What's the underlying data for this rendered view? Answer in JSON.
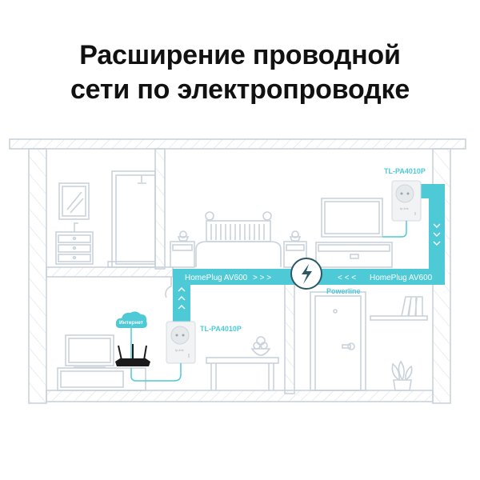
{
  "title": {
    "line1": "Расширение проводной",
    "line2": "сети по электропроводке"
  },
  "devices": {
    "upper_adapter": {
      "model": "TL-PA4010P"
    },
    "lower_adapter": {
      "model": "TL-PA4010P"
    }
  },
  "cloud": {
    "label": "Интернет"
  },
  "links": {
    "left_label": "HomePlug AV600",
    "left_arrows": "> > >",
    "right_label": "HomePlug AV600",
    "right_arrows": "< < <",
    "center_caption": "Powerline",
    "up_arrows": [
      "^",
      "^",
      "^"
    ],
    "down_arrows": [
      "v",
      "v",
      "v"
    ]
  },
  "colors": {
    "accent": "#4ecad6",
    "line": "#c9d2dc",
    "dark_accent": "#2c5866",
    "title": "#111111"
  }
}
